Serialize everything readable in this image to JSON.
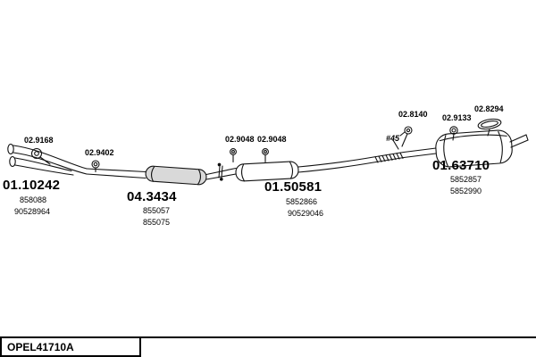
{
  "footer": {
    "code": "OPEL41710A"
  },
  "colors": {
    "ink": "#111111",
    "catalyst_fill": "#d9d9d9"
  },
  "icons": {
    "gasket": "double-circle",
    "ring_clamp": "small-ring",
    "hanger": "ring-with-stem",
    "bracket": "ring-with-tab",
    "band_clamp": "oval-ring"
  },
  "parts": {
    "gasket_front": {
      "ref": "02.9168"
    },
    "front_pipe": {
      "ref": "01.10242",
      "sub1": "858088",
      "sub2": "90528964"
    },
    "ring_clamp": {
      "ref": "02.9402"
    },
    "catalyst": {
      "ref": "04.3434",
      "sub1": "855057",
      "sub2": "855075"
    },
    "hanger_left": {
      "ref": "02.9048"
    },
    "hanger_right": {
      "ref": "02.9048"
    },
    "center_muffler": {
      "ref": "01.50581",
      "sub1": "5852866",
      "sub2": "90529046"
    },
    "bracket": {
      "ref": "02.8140"
    },
    "note": {
      "ref": "#45"
    },
    "ring_rear": {
      "ref": "02.9133"
    },
    "band_clamp": {
      "ref": "02.8294"
    },
    "rear_muffler": {
      "ref": "01.63710",
      "sub1": "5852857",
      "sub2": "5852990"
    }
  }
}
